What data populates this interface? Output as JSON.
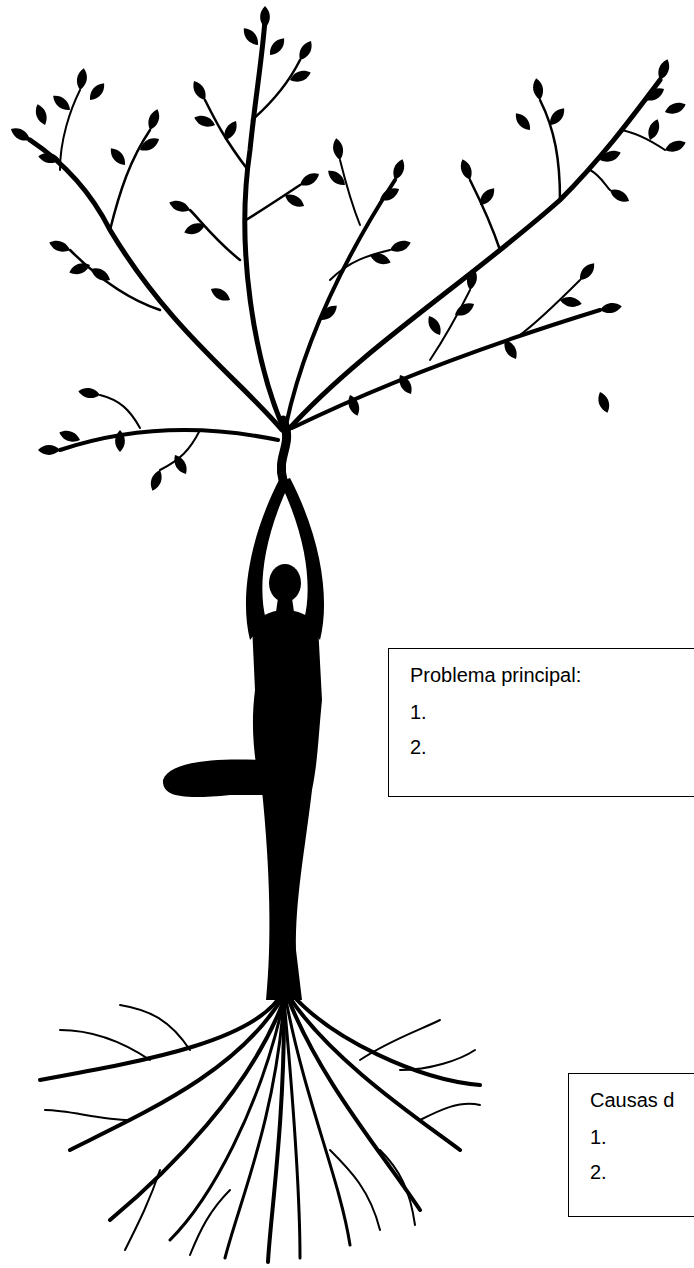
{
  "diagram": {
    "nodes": [
      {
        "text": [
          "Problema principal:",
          "1.",
          "2."
        ]
      },
      {
        "text": [
          "Causas d",
          "1.",
          "2."
        ]
      }
    ]
  }
}
